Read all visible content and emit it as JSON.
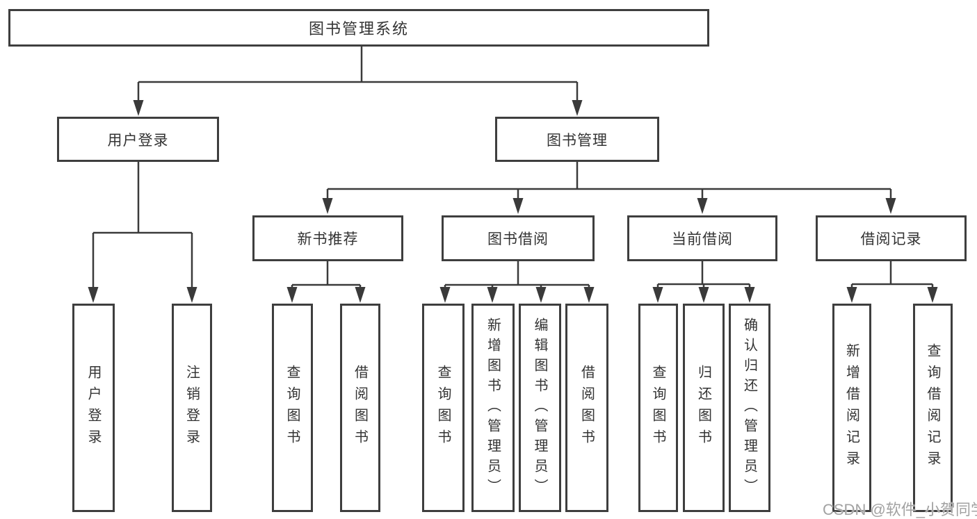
{
  "tree": {
    "root": {
      "label": "图书管理系统"
    },
    "children": [
      {
        "label": "用户登录",
        "children": [
          {
            "label": "用户登录"
          },
          {
            "label": "注销登录"
          }
        ]
      },
      {
        "label": "图书管理",
        "children": [
          {
            "label": "新书推荐",
            "children": [
              {
                "label": "查询图书"
              },
              {
                "label": "借阅图书"
              }
            ]
          },
          {
            "label": "图书借阅",
            "children": [
              {
                "label": "查询图书"
              },
              {
                "label": "新增图书（管理员）"
              },
              {
                "label": "编辑图书（管理员）"
              },
              {
                "label": "借阅图书"
              }
            ]
          },
          {
            "label": "当前借阅",
            "children": [
              {
                "label": "查询图书"
              },
              {
                "label": "归还图书"
              },
              {
                "label": "确认归还（管理员）"
              }
            ]
          },
          {
            "label": "借阅记录",
            "children": [
              {
                "label": "新增借阅记录"
              },
              {
                "label": "查询借阅记录"
              }
            ]
          }
        ]
      }
    ]
  },
  "watermark": {
    "text": "CSDN @软件_小贺同学"
  },
  "colors": {
    "line": "#3a3a3a",
    "border": "#3e3e3e",
    "text": "#333333",
    "watermark": "#a2a2a2",
    "background": "#ffffff"
  }
}
